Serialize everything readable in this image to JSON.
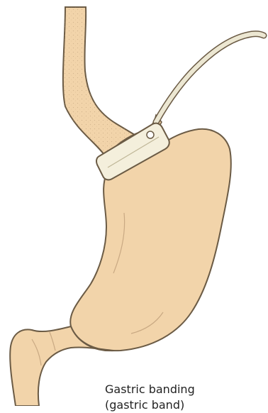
{
  "caption": {
    "line1": "Gastric banding",
    "line2": "(gastric band)"
  },
  "colors": {
    "background": "#ffffff",
    "stomach_fill": "#f2d4aa",
    "outline": "#6b5b45",
    "band_fill": "#f4efdc",
    "tube": "#ece7d2"
  },
  "parts": [
    "esophagus",
    "gastric-pouch",
    "adjustable-band",
    "connecting-tube",
    "stomach",
    "duodenum"
  ]
}
